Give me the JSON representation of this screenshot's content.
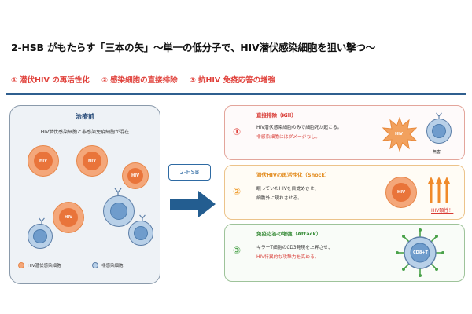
{
  "title": "2-HSB がもたらす「三本の矢」～単一の低分子で、HIV潜伏感染細胞を狙い撃つ～",
  "subtitle": {
    "item1_num": "①",
    "item1_text": "潜伏HIV の再活性化",
    "item2_num": "②",
    "item2_text": "感染細胞の直接排除",
    "item3_num": "③",
    "item3_text": "抗HIV 免疫応答の増強"
  },
  "left_panel": {
    "title": "治療前",
    "description": "HIV潜伏感染細胞と非感染免疫細胞が混在",
    "cell_label": "HIV",
    "legend_infected": "HIV潜伏感染細胞",
    "legend_uninfected": "非感染細胞"
  },
  "drug": {
    "label": "2-HSB"
  },
  "panels": [
    {
      "num": "①",
      "heading": "直接排除（Kill）",
      "lines": [
        "HIV潜伏感染細胞のみで細胞死が起こる。",
        "非感染細胞にはダメージなし。"
      ],
      "star_label": "HIV",
      "cell_caption": "無害"
    },
    {
      "num": "②",
      "heading": "潜伏HIVの再活性化（Shock）",
      "lines": [
        "眠っていたHIVを目覚めさせ、",
        "細胞外に現れさせる。"
      ],
      "cell_label": "HIV",
      "shock_caption": "HIV顕性！"
    },
    {
      "num": "③",
      "heading": "免疫応答の増強（Attack）",
      "lines": [
        "キラーT細胞のCD3発現を上昇させ、",
        "HIV特異的な攻撃力を高める。"
      ],
      "tcell_label": "CD8+T"
    }
  ],
  "colors": {
    "accent_red": "#e0403a",
    "accent_orange": "#f0a23a",
    "accent_green": "#4aa24a",
    "accent_blue": "#2e6aa3"
  }
}
